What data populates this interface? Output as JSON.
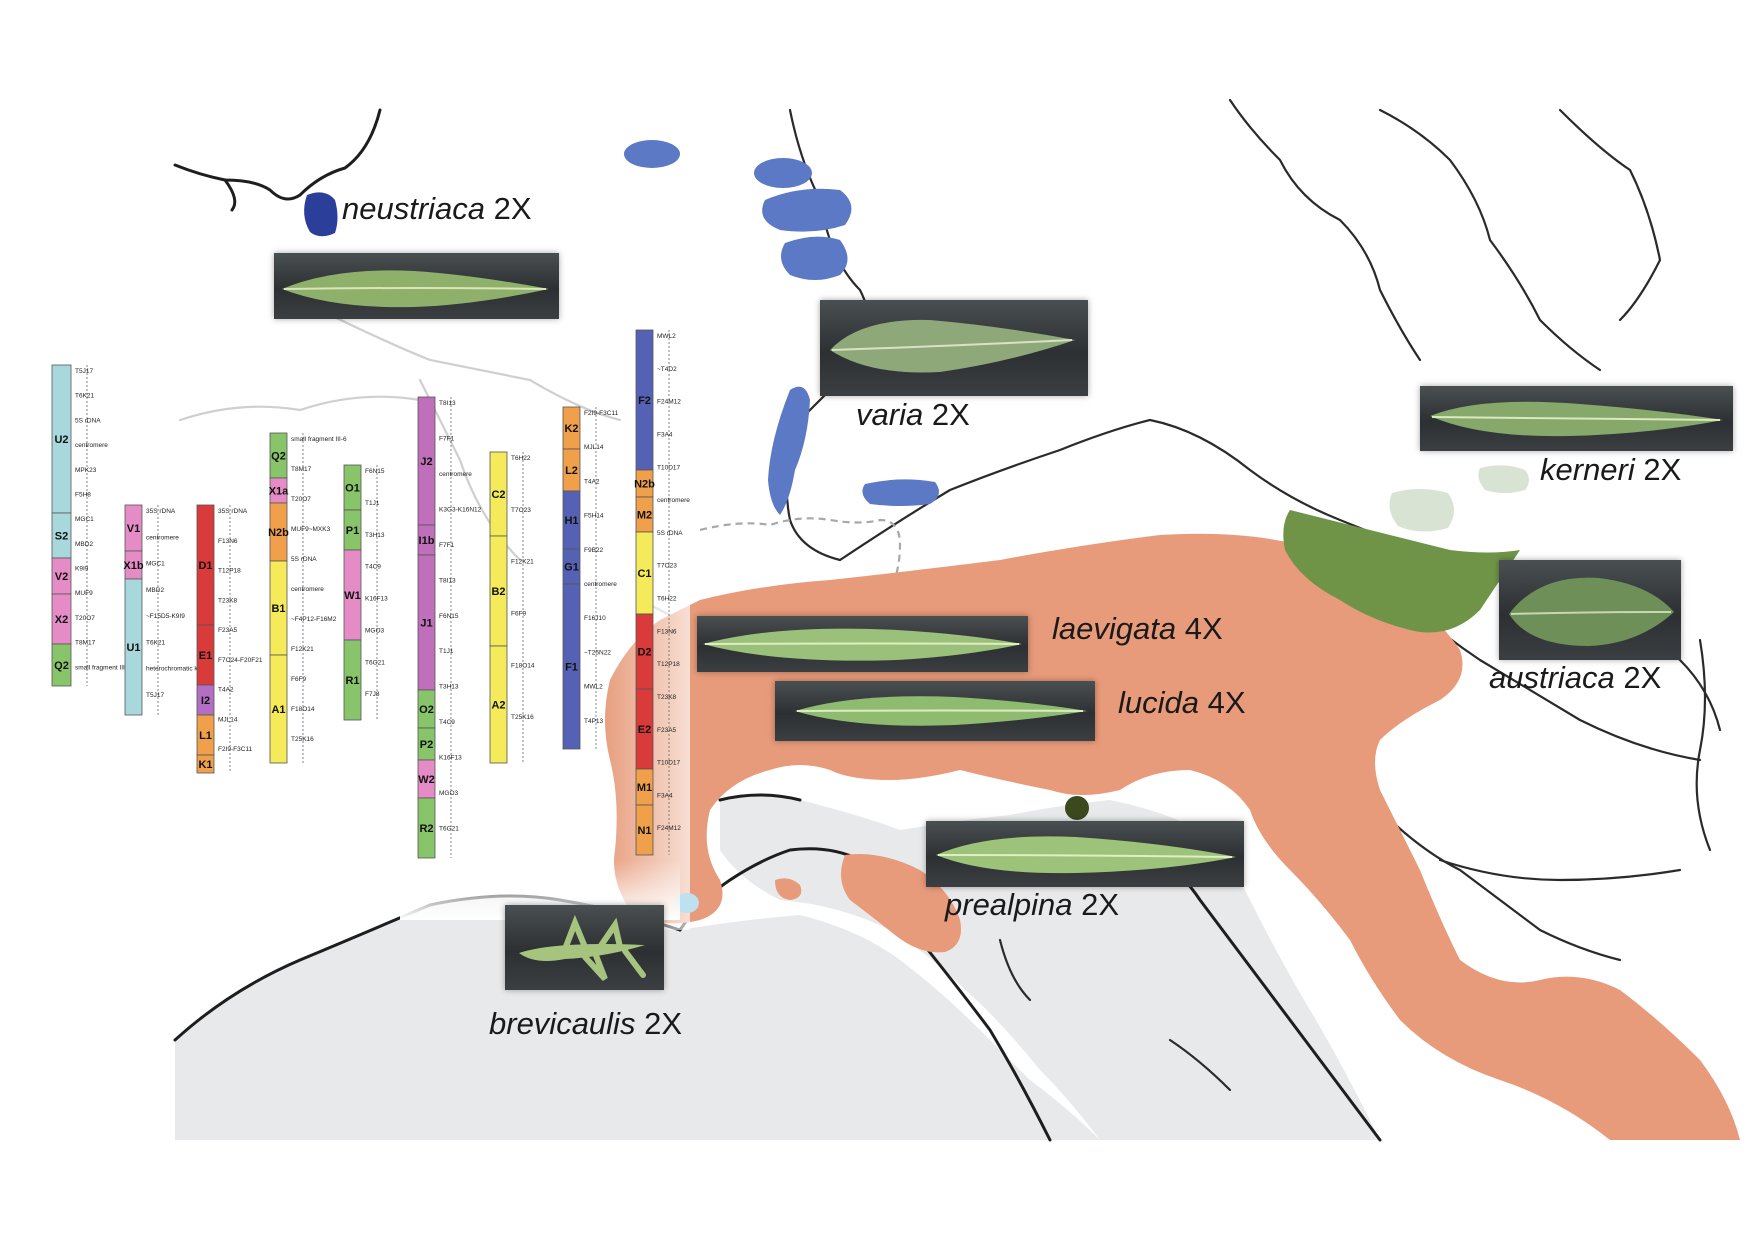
{
  "species": [
    {
      "id": "neustriaca",
      "name": "neustriaca",
      "ploidy": "2X"
    },
    {
      "id": "varia",
      "name": "varia",
      "ploidy": "2X"
    },
    {
      "id": "kerneri",
      "name": "kerneri",
      "ploidy": "2X"
    },
    {
      "id": "laevigata",
      "name": "laevigata",
      "ploidy": "4X"
    },
    {
      "id": "lucida",
      "name": "lucida",
      "ploidy": "4X"
    },
    {
      "id": "austriaca",
      "name": "austriaca",
      "ploidy": "2X"
    },
    {
      "id": "prealpina",
      "name": "prealpina",
      "ploidy": "2X"
    },
    {
      "id": "brevicaulis",
      "name": "brevicaulis",
      "ploidy": "2X"
    }
  ],
  "colors": {
    "sea": "#e8e9eb",
    "coast": "#1e1e1e",
    "river": "#2a2a2a",
    "neustriaca": "#2a3e9a",
    "varia": "#5b79c4",
    "kerneri": "#d9e3d3",
    "austriaca_range": "#6f9447",
    "laevigata_lucida_range": "#e79b7a",
    "prealpina_dot": "#3a4a1e",
    "brevicaulis_dot": "#bfe0ef",
    "border": "#c8c8c8"
  },
  "chromosomes": [
    {
      "id": "c1",
      "segments": [
        {
          "label": "U2",
          "color": "#a8d8dc"
        },
        {
          "label": "S2",
          "color": "#a8d8dc"
        },
        {
          "label": "V2",
          "color": "#e58cc6"
        },
        {
          "label": "X2",
          "color": "#e58cc6"
        },
        {
          "label": "Q2",
          "color": "#88c46a"
        }
      ],
      "annotations": [
        "T5J17",
        "T6K21",
        "5S rDNA",
        "centromere",
        "MPK23",
        "F5H8",
        "MGC1",
        "MBD2",
        "K9I9",
        "MUF9",
        "T20O7",
        "T8M17",
        "small fragment III-6"
      ]
    },
    {
      "id": "c2",
      "segments": [
        {
          "label": "V1",
          "color": "#e58cc6"
        },
        {
          "label": "X1b",
          "color": "#e58cc6"
        },
        {
          "label": "U1",
          "color": "#a8d8dc"
        }
      ],
      "annotations": [
        "35S rDNA",
        "centromere",
        "MGC1",
        "MBD2",
        "~F15D5-K9I9",
        "T6K21",
        "heterochromatic knobs",
        "T5J17"
      ]
    },
    {
      "id": "c3",
      "segments": [
        {
          "label": "D1",
          "color": "#d93a3a"
        },
        {
          "label": "E1",
          "color": "#d93a3a"
        },
        {
          "label": "I2",
          "color": "#b46fc4"
        },
        {
          "label": "L1",
          "color": "#f0a04a"
        },
        {
          "label": "K1",
          "color": "#f0a04a"
        }
      ],
      "annotations": [
        "35S rDNA",
        "F13N6",
        "T12P18",
        "T23K8",
        "F23A5",
        "F7O24-F20F21",
        "T4A2",
        "MJL14",
        "F2I9-F3C11"
      ]
    },
    {
      "id": "c4",
      "segments": [
        {
          "label": "Q2",
          "color": "#88c46a"
        },
        {
          "label": "X1a",
          "color": "#e58cc6"
        },
        {
          "label": "N2b",
          "color": "#f0a04a"
        },
        {
          "label": "B1",
          "color": "#f5ea5a"
        },
        {
          "label": "A1",
          "color": "#f5ea5a"
        }
      ],
      "annotations": [
        "small fragment III-6",
        "T8M17",
        "T20O7",
        "MUF9~MXK3",
        "5S rDNA",
        "centromere",
        "~F4P12-F16M2",
        "F12K21",
        "F6F9",
        "F18O14",
        "T25K16"
      ]
    },
    {
      "id": "c5",
      "segments": [
        {
          "label": "O1",
          "color": "#88c46a"
        },
        {
          "label": "P1",
          "color": "#88c46a"
        },
        {
          "label": "W1",
          "color": "#e58cc6"
        },
        {
          "label": "R1",
          "color": "#88c46a"
        }
      ],
      "annotations": [
        "F6N15",
        "T1J1",
        "T3H13",
        "T4C9",
        "K16F13",
        "MGO3",
        "T6G21",
        "F7J8"
      ]
    },
    {
      "id": "c6",
      "segments": [
        {
          "label": "J2",
          "color": "#c06fba"
        },
        {
          "label": "I1b",
          "color": "#c06fba"
        },
        {
          "label": "J1",
          "color": "#c06fba"
        },
        {
          "label": "O2",
          "color": "#88c46a"
        },
        {
          "label": "P2",
          "color": "#88c46a"
        },
        {
          "label": "W2",
          "color": "#e58cc6"
        },
        {
          "label": "R2",
          "color": "#88c46a"
        }
      ],
      "annotations": [
        "T8I13",
        "F7F1",
        "centromere",
        "K3G3-K16N12",
        "F7F1",
        "T8I13",
        "F6N15",
        "T1J1",
        "T3H13",
        "T4C9",
        "K16F13",
        "MGO3",
        "T6G21"
      ]
    },
    {
      "id": "c7",
      "segments": [
        {
          "label": "C2",
          "color": "#f5ea5a"
        },
        {
          "label": "B2",
          "color": "#f5ea5a"
        },
        {
          "label": "A2",
          "color": "#f5ea5a"
        }
      ],
      "annotations": [
        "T6H22",
        "T7O23",
        "F12K21",
        "F6F9",
        "F18O14",
        "T25K16"
      ]
    },
    {
      "id": "c8",
      "segments": [
        {
          "label": "K2",
          "color": "#f0a04a"
        },
        {
          "label": "L2",
          "color": "#f0a04a"
        },
        {
          "label": "H1",
          "color": "#5561b4"
        },
        {
          "label": "G1",
          "color": "#5561b4"
        },
        {
          "label": "F1",
          "color": "#5561b4"
        }
      ],
      "annotations": [
        "F2I9-F3C11",
        "MJL14",
        "T4A2",
        "F5H14",
        "F9B22",
        "centromere",
        "F16J10",
        "~T25N22",
        "MWL2",
        "T4P13"
      ]
    },
    {
      "id": "c9",
      "segments": [
        {
          "label": "F2",
          "color": "#5561b4"
        },
        {
          "label": "N2b",
          "color": "#f0a04a"
        },
        {
          "label": "M2",
          "color": "#f0a04a"
        },
        {
          "label": "C1",
          "color": "#f5ea5a"
        },
        {
          "label": "D2",
          "color": "#d93a3a"
        },
        {
          "label": "E2",
          "color": "#d93a3a"
        },
        {
          "label": "M1",
          "color": "#f0a04a"
        },
        {
          "label": "N1",
          "color": "#f0a04a"
        }
      ],
      "annotations": [
        "MWL2",
        "~T4D2",
        "F24M12",
        "F3A4",
        "T10D17",
        "centromere",
        "5S rDNA",
        "T7O23",
        "T6H22",
        "F13N6",
        "T12P18",
        "T23K8",
        "F23A5",
        "T10D17",
        "F3A4",
        "F24M12"
      ]
    }
  ]
}
